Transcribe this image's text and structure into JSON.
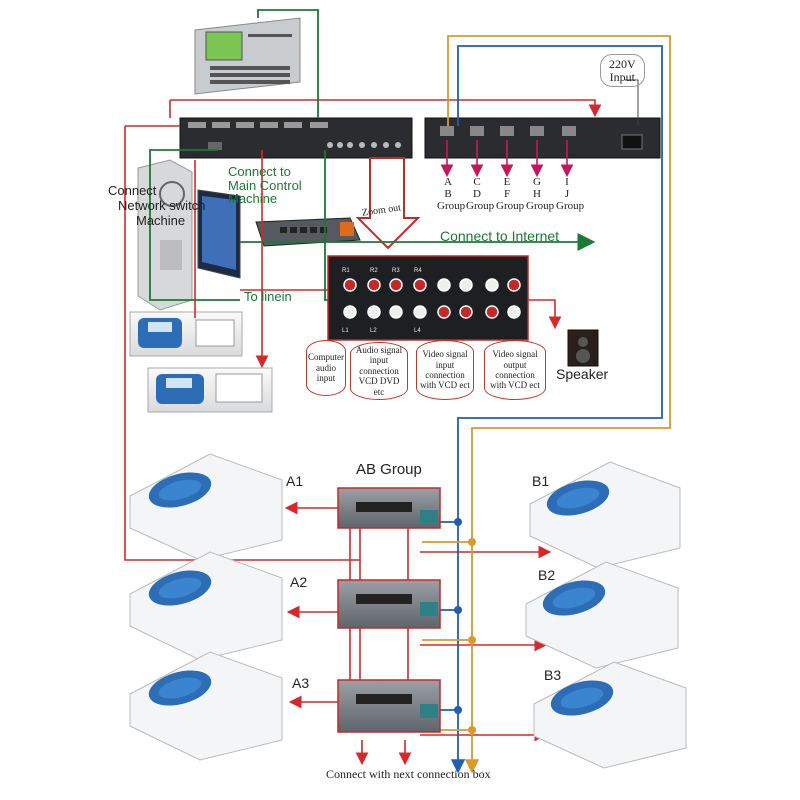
{
  "labels": {
    "input_220v_line1": "220V",
    "input_220v_line2": "Input",
    "connect_main_line1": "Connect to",
    "connect_main_line2": "Main Control",
    "connect_main_line3": "Machine",
    "network_switch": "Network switch",
    "connect_machine_line1": "Connect",
    "connect_machine_line2": "Machine",
    "zoom_out": "Zoom out",
    "connect_internet": "Connect to Internet",
    "to_linein": "To linein",
    "speaker": "Speaker",
    "ab_group": "AB Group",
    "next_box": "Connect with next connection box"
  },
  "groups": [
    {
      "top": "A",
      "mid": "B",
      "bottom": "Group"
    },
    {
      "top": "C",
      "mid": "D",
      "bottom": "Group"
    },
    {
      "top": "E",
      "mid": "F",
      "bottom": "Group"
    },
    {
      "top": "G",
      "mid": "H",
      "bottom": "Group"
    },
    {
      "top": "I",
      "mid": "J",
      "bottom": "Group"
    }
  ],
  "callouts": [
    "Computer audio input",
    "Audio signal input connection VCD DVD etc",
    "Video signal input connection with VCD ect",
    "Video signal output connection with VCD ect"
  ],
  "terminals": {
    "a1": "A1",
    "a2": "A2",
    "a3": "A3",
    "b1": "B1",
    "b2": "B2",
    "b3": "B3"
  },
  "colors": {
    "red": "#d62828",
    "green": "#1a7a34",
    "blue": "#1f5fb0",
    "orange": "#d99a2b",
    "magenta": "#c2185b"
  }
}
